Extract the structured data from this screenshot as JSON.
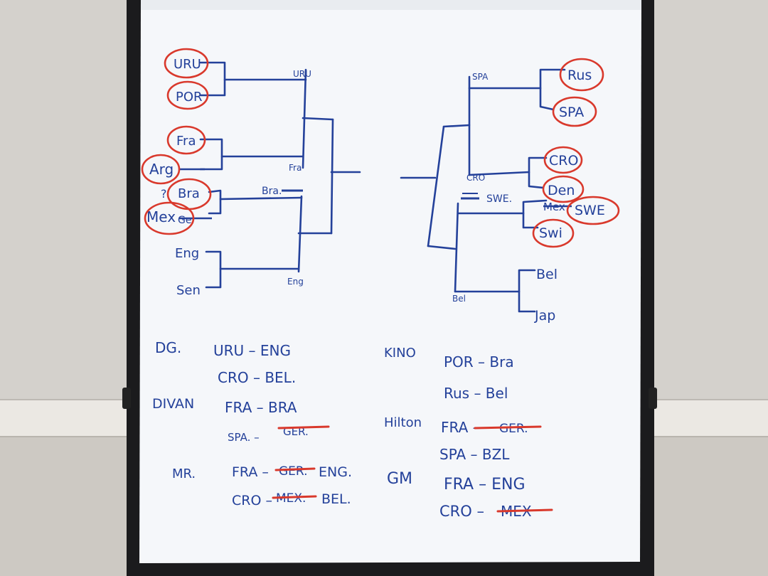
{
  "colors": {
    "wall": "#d4d1cc",
    "wall_lower": "#cfcbc5",
    "rail": "#ece9e4",
    "paper": "#f5f7fa",
    "frame": "#1b1b1d",
    "ink": "#24419a",
    "red": "#d9392c"
  },
  "bracket": {
    "left_teams": [
      "URU",
      "POR",
      "Fra",
      "Arg",
      "Bra",
      "Mex",
      "Ger",
      "Eng",
      "Sen"
    ],
    "left_winners": [
      "URU",
      "Fra",
      "Bra.",
      "Eng"
    ],
    "right_teams": [
      "Rus",
      "SPA",
      "CRO",
      "Den",
      "Mex",
      "SWE",
      "Swi",
      "Bel",
      "Jap"
    ],
    "right_winners": [
      "SPA",
      "CRO",
      "SWE.",
      "Bel"
    ],
    "question_mark": "?"
  },
  "schedule": [
    {
      "venue": "DG.",
      "rows": [
        "URU – ENG",
        "CRO – BEL."
      ]
    },
    {
      "venue": "DIVAN",
      "rows": [
        "FRA – BRA",
        "SPA. –"
      ],
      "struck": [
        "GER."
      ]
    },
    {
      "venue": "MR.",
      "rows": [
        "FRA –",
        "CRO –"
      ],
      "struck": [
        "GER.",
        "MEX."
      ],
      "replacements": [
        "ENG.",
        "BEL."
      ]
    },
    {
      "venue": "KINO",
      "rows": [
        "POR – Bra",
        "Rus – Bel"
      ]
    },
    {
      "venue": "Hilton",
      "rows": [
        "FRA –",
        "SPA – BZL"
      ],
      "struck": [
        "GER."
      ]
    },
    {
      "venue": "GM",
      "rows": [
        "FRA – ENG",
        "CRO –"
      ],
      "struck": [
        "MEX"
      ]
    }
  ]
}
